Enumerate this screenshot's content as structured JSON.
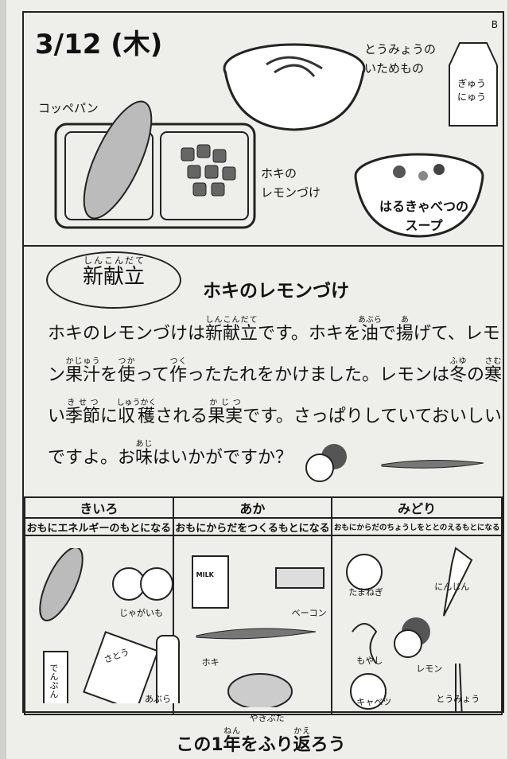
{
  "header": {
    "date": "3/12 (木)",
    "set_mark": "B"
  },
  "menu": {
    "bread": "コッペパン",
    "stirfry": [
      "とうみょうの",
      "いためもの"
    ],
    "milk": [
      "ぎゅう",
      "にゅう"
    ],
    "main": [
      "ホキの",
      "レモンづけ"
    ],
    "soup": [
      "はるきゃべつの",
      "スープ"
    ]
  },
  "new_menu": {
    "bubble_ruby": "しんこんだて",
    "bubble_text": "新献立",
    "title": "ホキのレモンづけ",
    "body": [
      {
        "t": "ホキのレモンづけは"
      },
      {
        "t": "新献立",
        "r": "しんこんだて"
      },
      {
        "t": "です。ホキを"
      },
      {
        "t": "油",
        "r": "あぶら"
      },
      {
        "t": "で"
      },
      {
        "t": "揚",
        "r": "あ"
      },
      {
        "t": "げて、レモン"
      },
      {
        "t": "果汁",
        "r": "かじゅう"
      },
      {
        "t": "を"
      },
      {
        "t": "使",
        "r": "つか"
      },
      {
        "t": "って"
      },
      {
        "t": "作",
        "r": "つく"
      },
      {
        "t": "ったたれをかけました。レモンは"
      },
      {
        "t": "冬",
        "r": "ふゆ"
      },
      {
        "t": "の"
      },
      {
        "t": "寒",
        "r": "さむ"
      },
      {
        "t": "い"
      },
      {
        "t": "季節",
        "r": "きせつ"
      },
      {
        "t": "に"
      },
      {
        "t": "収穫",
        "r": "しゅうかく"
      },
      {
        "t": "される"
      },
      {
        "t": "果実",
        "r": "かじつ"
      },
      {
        "t": "です。さっぱりしていておいしいですよ。お"
      },
      {
        "t": "味",
        "r": "あじ"
      },
      {
        "t": "はいかがですか？"
      }
    ]
  },
  "food_groups": [
    {
      "name": "きいろ",
      "desc": "おもにエネルギーのもとになる",
      "items": [
        "じゃがいも",
        "でんぷん",
        "さとう",
        "あぶら"
      ]
    },
    {
      "name": "あか",
      "desc": "おもにからだをつくるもとになる",
      "items": [
        "MILK",
        "ベーコン",
        "ホキ",
        "やきぶた"
      ]
    },
    {
      "name": "みどり",
      "desc": "おもにからだのちょうしをととのえるもとになる",
      "items": [
        "たまねぎ",
        "にんじん",
        "もやし",
        "レモン",
        "キャベツ",
        "とうみょう"
      ]
    }
  ],
  "footer": {
    "pre": "この1",
    "k1": "年",
    "r1": "ねん",
    "mid": "をふり",
    "k2": "返",
    "r2": "かえ",
    "post": "ろう"
  }
}
